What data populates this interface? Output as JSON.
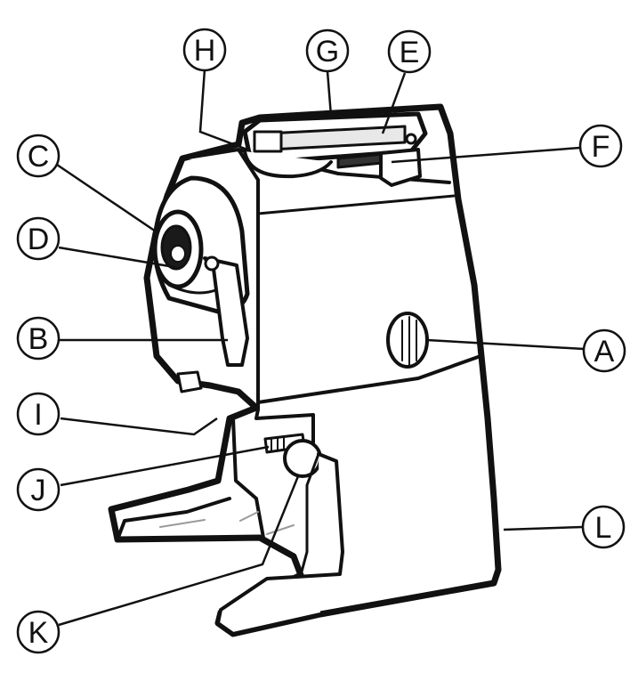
{
  "callouts": [
    {
      "id": "H",
      "label": "H"
    },
    {
      "id": "G",
      "label": "G"
    },
    {
      "id": "E",
      "label": "E"
    },
    {
      "id": "C",
      "label": "C"
    },
    {
      "id": "F",
      "label": "F"
    },
    {
      "id": "D",
      "label": "D"
    },
    {
      "id": "B",
      "label": "B"
    },
    {
      "id": "A",
      "label": "A"
    },
    {
      "id": "I",
      "label": "I"
    },
    {
      "id": "J",
      "label": "J"
    },
    {
      "id": "L",
      "label": "L"
    },
    {
      "id": "K",
      "label": "K"
    }
  ],
  "colors": {
    "ink": "#111111",
    "paper": "#ffffff",
    "shade": "#9a9a9a"
  }
}
